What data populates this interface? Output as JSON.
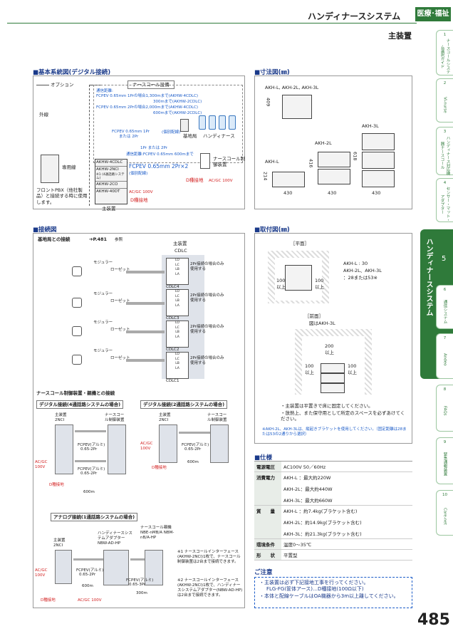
{
  "header": {
    "title": "ハンディナースシステム",
    "badge": "医療･福祉",
    "subtitle": "主装置",
    "page_number": "485"
  },
  "side_tabs": [
    {
      "num": "1",
      "label": "ナースコールシステム選択ガイド"
    },
    {
      "num": "2",
      "label": "Vi-nurse"
    },
    {
      "num": "3",
      "label": "ハンディナース対応機器ナースコール"
    },
    {
      "num": "4",
      "label": "センサー・マット・アダプター"
    },
    {
      "num": "5",
      "label": "ハンディナースシステム"
    },
    {
      "num": "6",
      "label": "通信システム"
    },
    {
      "num": "7",
      "label": "Andeo"
    },
    {
      "num": "8",
      "label": "FAQs"
    },
    {
      "num": "9",
      "label": "緊急通報装置"
    },
    {
      "num": "10",
      "label": "Care-net"
    }
  ],
  "basic": {
    "title": "基本系統図(デジタル接続)",
    "option": "オプション",
    "nursecall_equip": "ナースコール設備",
    "gaisen": "外線",
    "senyo": "専用線",
    "pbx": "フロントPBX（他社製品）と接続する時に使用します。",
    "lines": [
      "通信距離:",
      "FCPEV 0.65mm 1Prの場合1,300mまで(AKHW-4CDLC)",
      "300mまで(AKHW-2CDLC)",
      "FCPEV 0.65mm 2Prの場合2,000mまで(AKHW-4CDLC)",
      "600mまで(AKHW-2CDLC)"
    ],
    "cable1": "FCPEV 0.65mm 1Pr",
    "cable1b": "または 2Pr",
    "kobetsu": "(個別配線)",
    "kichikyoku": "基地局",
    "handy": "ハンディナース",
    "pr": "1Pr または 2Pr",
    "dist2": "通信距離:FCPEV 0.65mm 600mまで",
    "cable2": "FCPEV 0.65mm 2Pr×2",
    "kobetsu2": "(個別配線)",
    "nc_panel": "ナースコール制御装置",
    "d_ground": "D種接地",
    "acdc": "AC/GC 100V",
    "units": [
      "AKHW-4CDLC",
      "AKHW-2NCI",
      "※1 (4通話路システム)",
      "AKHW-2CO",
      "AKHW-40DT"
    ],
    "main": "主装置"
  },
  "dims": {
    "title": "寸法図(㎜)",
    "models": "AKH-L, AKH-2L, AKH-3L",
    "labels": [
      "AKH-3L",
      "AKH-2L",
      "AKH-L"
    ],
    "h": [
      "409",
      "214",
      "416",
      "618"
    ],
    "w": "430"
  },
  "conn": {
    "title": "接続図",
    "sub": "基地局との接続",
    "ref": "➔P.481",
    "ref2": "参照",
    "main": "主装置",
    "cdlc": "CDLC",
    "modular": "モジュラー",
    "rosette": "ローゼット",
    "note": "2Pr接続の場合のみ使用する",
    "cdlc_names": [
      "CDLC4",
      "CDLC3",
      "CDLC2",
      "CDLC1"
    ],
    "pins": [
      "LO",
      "LC",
      "LB",
      "LA"
    ],
    "nc_title": "ナースコール制御装置・親機との接続",
    "digital4": "デジタル接続(4通話路システムの場合)",
    "digital2": "デジタル接続(2通話路システムの場合)",
    "analog": "アナログ接続(1通話路システムの場合)",
    "shusochi_2nci": "主装置 2NCI",
    "nc_ctrl": "ナースコール制御装置",
    "fcpev": "FCPEV(アルミ)",
    "spec": "0.65-2Pr",
    "spec3": "0.65-3Pr",
    "len600": "600m",
    "len300": "300m",
    "acgc": "AC/GC 100V",
    "dground": "D種接地",
    "adapter": "ハンディナースシステムアダプター NBW-AD-HP",
    "nc_parent": "ナースコール親機 NBE-nMB/A NBM-nB/A-HP",
    "note1": "※1 ナースコールインターフェース(AKHW-2NCI)1枚で、ナースコール制御装置は2台まで接続できます。",
    "note2": "※2 ナースコールインターフェース(AKHW-2NCI)1枚で、ハンディナースシステムアダプター(NBW-AD-HP)は2台まで接続できます。"
  },
  "mount": {
    "title": "取付図(㎜)",
    "plan": "［平面］",
    "front": "［前面］",
    "front2": "図はAKH-3L",
    "notes_lines": [
      "AKH-L : 30",
      "AKH-2L、AKH-3L",
      "：28または53※"
    ],
    "v100": "100",
    "ijo": "以上",
    "v200": "200",
    "bullets": [
      "主装置は平置きで床に固定してください。",
      "放熱上、また保守用として所定のスペースを必ずあけてください。"
    ],
    "note": "※AKH-2L、AKH-3Lは、縦起きブラケットを使用してください。（固定距離は28または53の2通りから選択）"
  },
  "spec": {
    "title": "仕様",
    "rows": [
      {
        "k": "電源電圧",
        "v": [
          "AC100V 50／60Hz"
        ]
      },
      {
        "k": "消費電力",
        "v": [
          "AKH-L ：最大約220W",
          "AKH-2L：最大約440W",
          "AKH-3L：最大約660W"
        ]
      },
      {
        "k": "質　　量",
        "v": [
          "AKH-L ：約7.4kg(ブラケット含む)",
          "AKH-2L：約14.9kg(ブラケット含む)",
          "AKH-3L：約21.3kg(ブラケット含む)"
        ]
      },
      {
        "k": "環境条件",
        "v": [
          "温度0～35℃"
        ]
      },
      {
        "k": "形　　状",
        "v": [
          "平置型"
        ]
      }
    ]
  },
  "caution": {
    "title": "ご注意",
    "lines": [
      "・主装置は必ず下記接地工事を行ってください。",
      "FLG-FG(筐体アース)…D種接地(100Ω以下)",
      "・本体と配線ケーブルはOA機器から3m以上離してください。"
    ]
  }
}
